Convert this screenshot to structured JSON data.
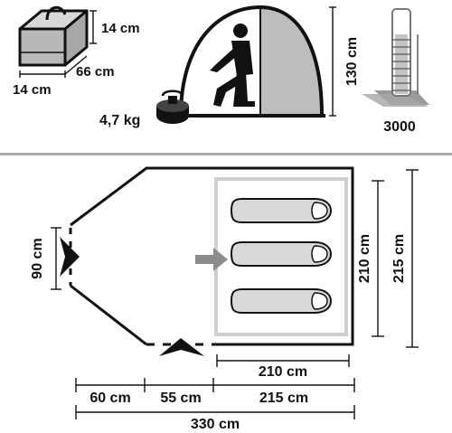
{
  "colors": {
    "ink": "#111111",
    "grey_fill": "#b8b8b8",
    "light_grey": "#d9d9d9",
    "inner_tent": "#cfcfcf",
    "separator": "#a9a9a9"
  },
  "bag": {
    "height_label": "14 cm",
    "length_label": "66 cm",
    "width_label": "14 cm"
  },
  "tent_side": {
    "weight_label": "4,7 kg",
    "height_label": "130 cm"
  },
  "water_column": {
    "value_label": "3000"
  },
  "floor_plan": {
    "vestibule_depth_label": "90 cm",
    "inner_length_label": "210 cm",
    "total_length_label": "215 cm",
    "inner_width_label": "210 cm",
    "segments": [
      "60 cm",
      "55 cm",
      "215 cm"
    ],
    "total_width_label": "330 cm",
    "sleeping_bags": 3
  },
  "icons": {
    "bag": "tent-bag-icon",
    "person": "kneeling-person-icon",
    "weight": "weight-icon",
    "water": "water-column-icon",
    "entrance": "entrance-arrow-icon"
  }
}
